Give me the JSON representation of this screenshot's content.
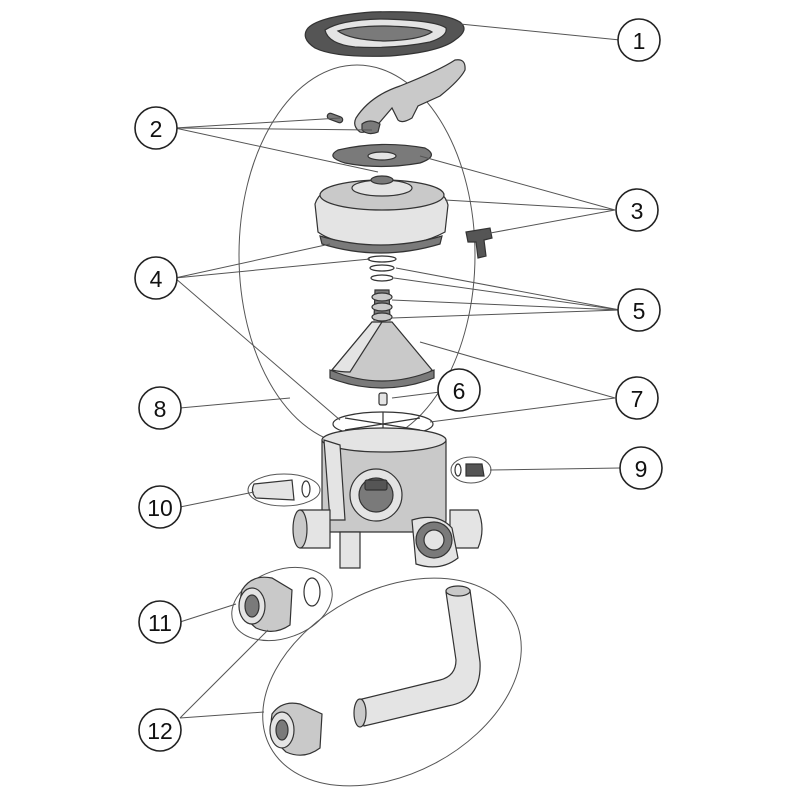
{
  "callouts": [
    {
      "id": "1",
      "label": "1"
    },
    {
      "id": "2",
      "label": "2"
    },
    {
      "id": "3",
      "label": "3"
    },
    {
      "id": "4",
      "label": "4"
    },
    {
      "id": "5",
      "label": "5"
    },
    {
      "id": "6",
      "label": "6"
    },
    {
      "id": "7",
      "label": "7"
    },
    {
      "id": "8",
      "label": "8"
    },
    {
      "id": "9",
      "label": "9"
    },
    {
      "id": "10",
      "label": "10"
    },
    {
      "id": "11",
      "label": "11"
    },
    {
      "id": "12",
      "label": "12"
    }
  ]
}
